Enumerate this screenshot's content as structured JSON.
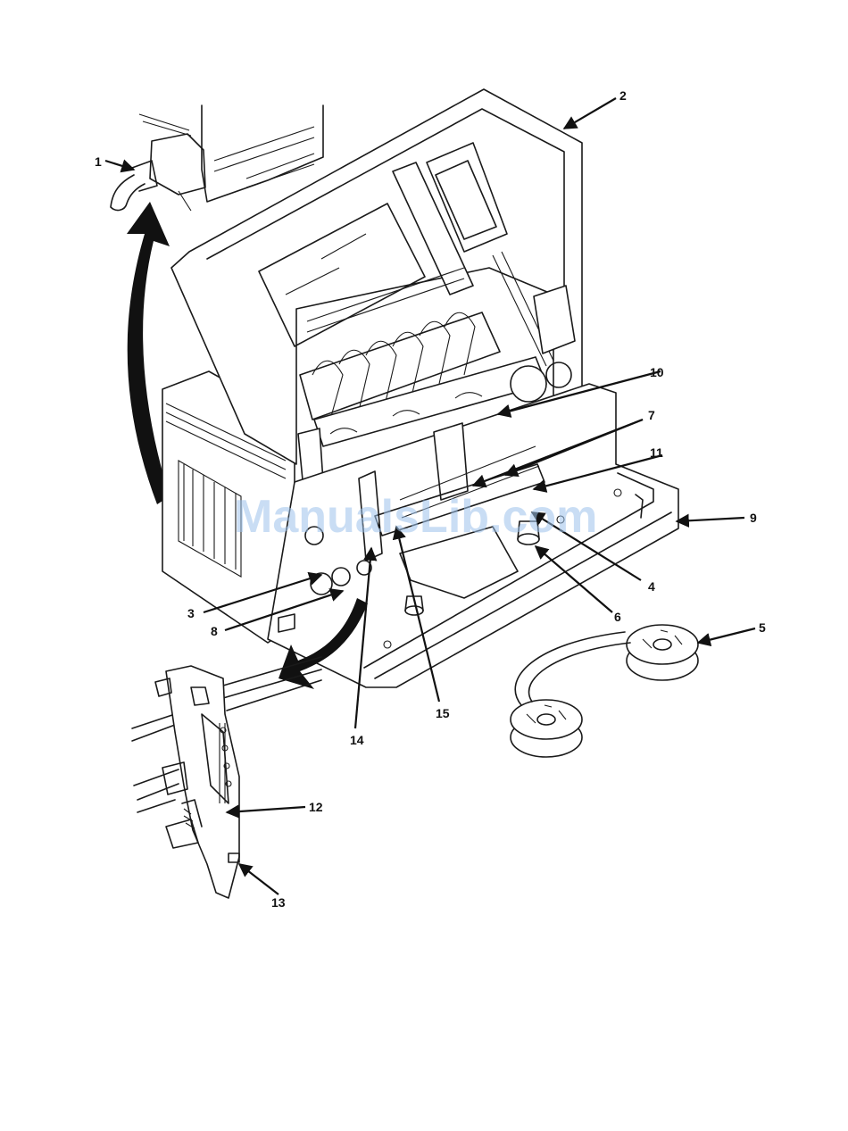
{
  "watermark": "ManualsLib.com",
  "callouts": {
    "c1": "1",
    "c2": "2",
    "c3": "3",
    "c4": "4",
    "c5": "5",
    "c6": "6",
    "c7": "7",
    "c8": "8",
    "c9": "9",
    "c10": "10",
    "c11": "11",
    "c12": "12",
    "c13": "13",
    "c14": "14",
    "c15": "15"
  },
  "icons": {
    "pivot_arrow": "curved-arrow-icon",
    "detail_arrow": "curved-arrow-icon"
  }
}
